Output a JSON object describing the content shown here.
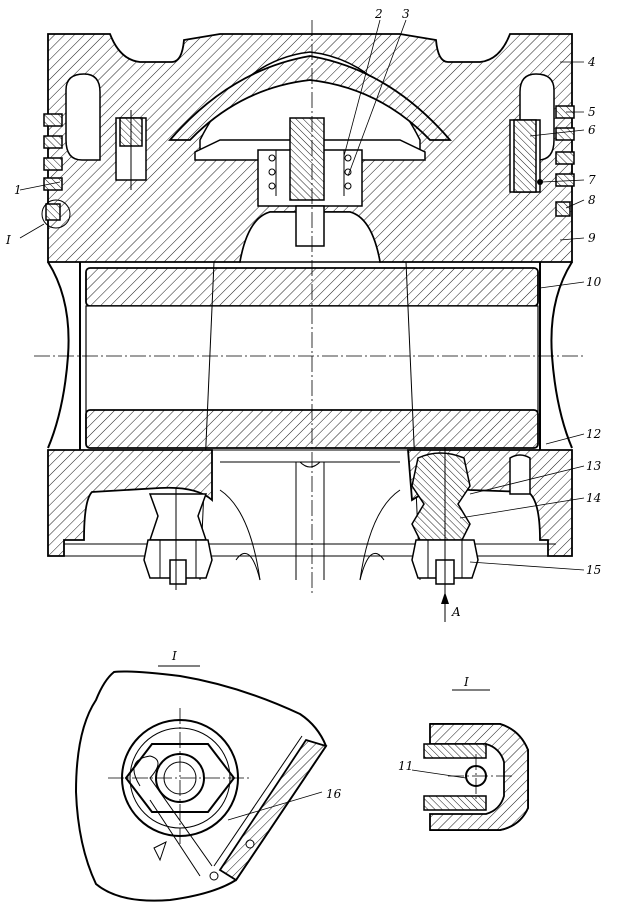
{
  "callouts": [
    {
      "id": "1",
      "label": "1"
    },
    {
      "id": "2",
      "label": "2"
    },
    {
      "id": "3",
      "label": "3"
    },
    {
      "id": "4",
      "label": "4"
    },
    {
      "id": "5",
      "label": "5"
    },
    {
      "id": "6",
      "label": "6"
    },
    {
      "id": "7",
      "label": "7"
    },
    {
      "id": "8",
      "label": "8"
    },
    {
      "id": "9",
      "label": "9"
    },
    {
      "id": "10",
      "label": "10"
    },
    {
      "id": "11",
      "label": "11"
    },
    {
      "id": "12",
      "label": "12"
    },
    {
      "id": "13",
      "label": "13"
    },
    {
      "id": "14",
      "label": "14"
    },
    {
      "id": "15",
      "label": "15"
    },
    {
      "id": "16",
      "label": "16"
    }
  ],
  "detail_marker": "I",
  "view_arrow": "A",
  "detail_titles": {
    "left": "I",
    "right": "I"
  }
}
